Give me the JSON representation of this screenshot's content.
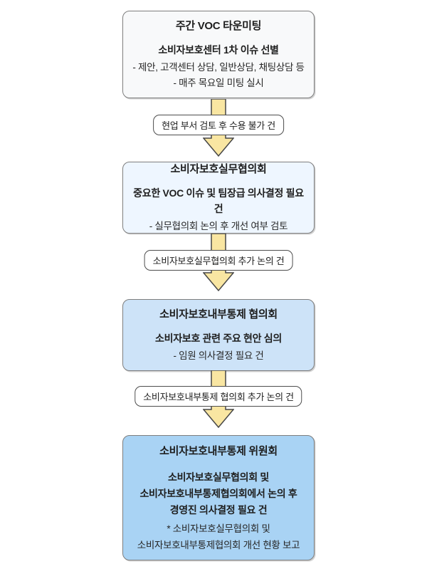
{
  "flow": {
    "boxes": [
      {
        "title": "주간 VOC 타운미팅",
        "bold_lines": [
          "소비자보호센터 1차 이슈 선별"
        ],
        "lines": [
          "- 제안, 고객센터 상담, 일반상담, 채팅상담 등",
          "- 매주 목요일 미팅 실시"
        ],
        "bg": "#f8f9fa"
      },
      {
        "title": "소비자보호실무협의회",
        "bold_lines": [
          "중요한 VOC 이슈 및 팀장급 의사결정 필요 건"
        ],
        "lines": [
          "- 실무협의회 논의 후 개선 여부 검토"
        ],
        "bg": "#eef6ff"
      },
      {
        "title": "소비자보호내부통제 협의회",
        "bold_lines": [
          "소비자보호 관련 주요 현안 심의"
        ],
        "lines": [
          "- 임원 의사결정 필요 건"
        ],
        "bg": "#cde3f8"
      },
      {
        "title": "소비자보호내부통제 위원회",
        "bold_lines": [
          "소비자보호실무협의회 및",
          "소비자보호내부통제협의회에서 논의 후",
          "경영진 의사결정 필요 건"
        ],
        "lines": [
          "* 소비자보호실무협의회 및",
          "소비자보호내부통제협의회 개선 현황 보고"
        ],
        "bg": "#a9d3f4"
      }
    ],
    "connectors": [
      {
        "label": "현업 부서 검토 후 수용 불가 건"
      },
      {
        "label": "소비자보호실무협의회 추가 논의 건"
      },
      {
        "label": "소비자보호내부통제 협의회 추가 논의 건"
      }
    ],
    "colors": {
      "arrow_fill": "#f9e6a2",
      "arrow_stroke": "#474747",
      "box_border": "#7e7e7e",
      "label_border": "#4d4d4d",
      "text": "#1e1e1e",
      "background": "#ffffff"
    }
  }
}
